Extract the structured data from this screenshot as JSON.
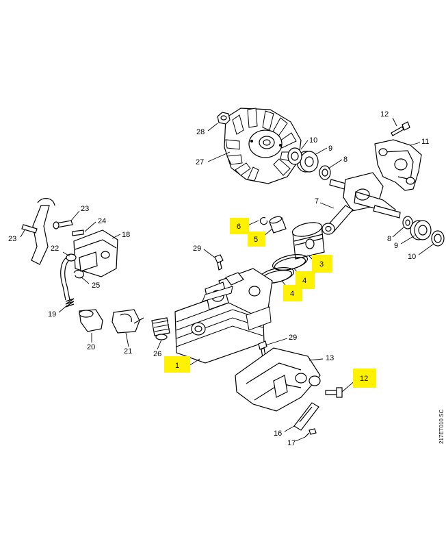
{
  "diagram_code": "217ET010 SC",
  "highlight_color": "#fff200",
  "callouts": [
    {
      "id": "c28",
      "label": "28",
      "highlighted": false
    },
    {
      "id": "c27",
      "label": "27",
      "highlighted": false
    },
    {
      "id": "c10a",
      "label": "10",
      "highlighted": false
    },
    {
      "id": "c9a",
      "label": "9",
      "highlighted": false
    },
    {
      "id": "c8a",
      "label": "8",
      "highlighted": false
    },
    {
      "id": "c12a",
      "label": "12",
      "highlighted": false
    },
    {
      "id": "c11",
      "label": "11",
      "highlighted": false
    },
    {
      "id": "c7",
      "label": "7",
      "highlighted": false
    },
    {
      "id": "c8b",
      "label": "8",
      "highlighted": false
    },
    {
      "id": "c9b",
      "label": "9",
      "highlighted": false
    },
    {
      "id": "c10b",
      "label": "10",
      "highlighted": false
    },
    {
      "id": "c6",
      "label": "6",
      "highlighted": true
    },
    {
      "id": "c5",
      "label": "5",
      "highlighted": true
    },
    {
      "id": "c3",
      "label": "3",
      "highlighted": true
    },
    {
      "id": "c4a",
      "label": "4",
      "highlighted": true
    },
    {
      "id": "c4b",
      "label": "4",
      "highlighted": true
    },
    {
      "id": "c23a",
      "label": "23",
      "highlighted": false
    },
    {
      "id": "c23b",
      "label": "23",
      "highlighted": false
    },
    {
      "id": "c24",
      "label": "24",
      "highlighted": false
    },
    {
      "id": "c18",
      "label": "18",
      "highlighted": false
    },
    {
      "id": "c22",
      "label": "22",
      "highlighted": false
    },
    {
      "id": "c25",
      "label": "25",
      "highlighted": false
    },
    {
      "id": "c19",
      "label": "19",
      "highlighted": false
    },
    {
      "id": "c29a",
      "label": "29",
      "highlighted": false
    },
    {
      "id": "c20",
      "label": "20",
      "highlighted": false
    },
    {
      "id": "c21",
      "label": "21",
      "highlighted": false
    },
    {
      "id": "c26",
      "label": "26",
      "highlighted": false
    },
    {
      "id": "c1",
      "label": "1",
      "highlighted": true
    },
    {
      "id": "c29b",
      "label": "29",
      "highlighted": false
    },
    {
      "id": "c13",
      "label": "13",
      "highlighted": false
    },
    {
      "id": "c12b",
      "label": "12",
      "highlighted": true
    },
    {
      "id": "c16",
      "label": "16",
      "highlighted": false
    },
    {
      "id": "c17",
      "label": "17",
      "highlighted": false
    }
  ]
}
